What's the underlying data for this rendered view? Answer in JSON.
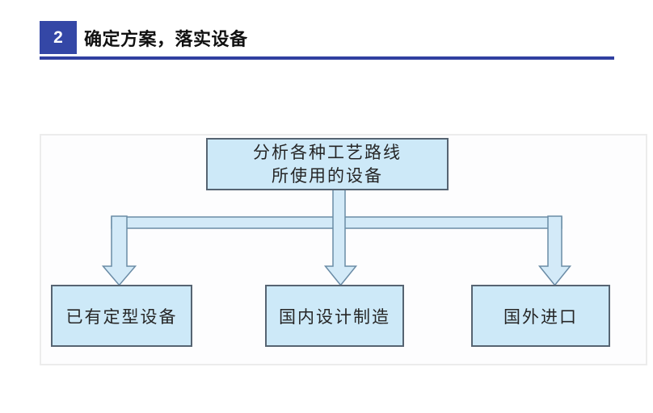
{
  "header": {
    "number": "2",
    "title": "确定方案，落实设备"
  },
  "colors": {
    "accent_blue": "#3447a6",
    "rule_blue": "#3040a0",
    "panel_border": "#ececec",
    "box_fill": "#cde9f8",
    "box_border": "#566472",
    "arrow_fill": "#d3eaf8",
    "arrow_stroke": "#6b8ca6",
    "title_text": "#111111",
    "box_text": "#262626"
  },
  "diagram": {
    "root_line1": "分析各种工艺路线",
    "root_line2": "所使用的设备",
    "children": [
      {
        "label": "已有定型设备"
      },
      {
        "label": "国内设计制造"
      },
      {
        "label": "国外进口"
      }
    ]
  }
}
